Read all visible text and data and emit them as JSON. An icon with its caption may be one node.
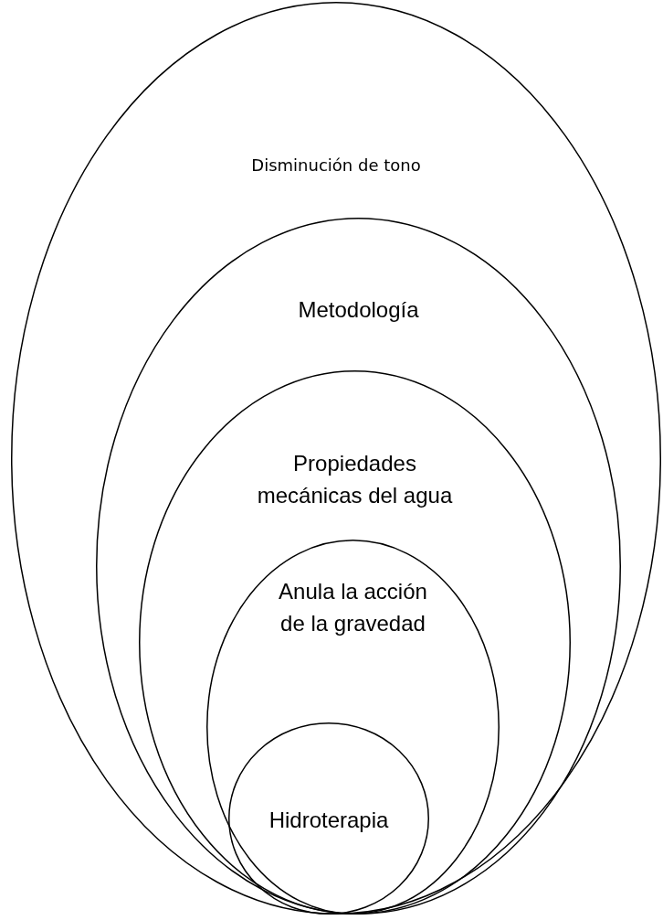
{
  "diagram": {
    "nodes": [
      {
        "text": [
          "Disminución de tono"
        ]
      },
      {
        "text": [
          "Metodología"
        ],
        "in": 0
      },
      {
        "text": [
          "Propiedades mecánicas del agua"
        ],
        "in": 1
      },
      {
        "text": [
          "Anula la acción de la gravedad"
        ],
        "in": 2
      },
      {
        "text": [
          "Hidroterapia"
        ],
        "in": 3
      }
    ]
  }
}
